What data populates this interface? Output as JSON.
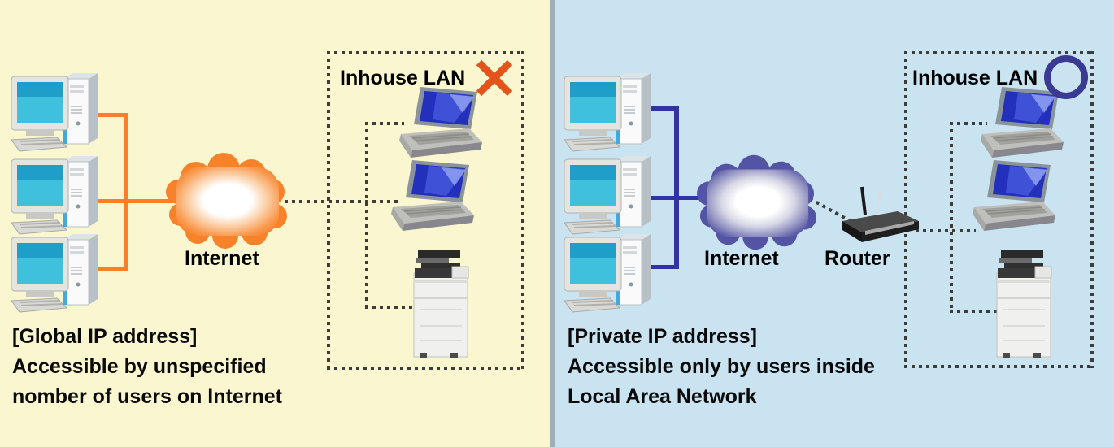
{
  "diagram": {
    "title_context": "Global IP address vs Private IP address network diagram",
    "left_panel": {
      "background": "#F9F6D0",
      "line_color": "#FC7E28",
      "internet_label": "Internet",
      "lan_box_label": "Inhouse LAN",
      "lan_mark": "cross",
      "mark_color": "#E4531A",
      "caption_lines": [
        "[Global IP address]",
        "Accessible by unspecified",
        "nomber of users on Internet"
      ],
      "icons": [
        "desktop-pc",
        "desktop-pc",
        "desktop-pc",
        "internet-cloud",
        "laptop",
        "laptop",
        "copier",
        "cross-mark"
      ]
    },
    "right_panel": {
      "background": "#C9E3F1",
      "line_color": "#3232A2",
      "internet_label": "Internet",
      "router_label": "Router",
      "lan_box_label": "Inhouse LAN",
      "lan_mark": "circle",
      "mark_color": "#3A3A92",
      "caption_lines": [
        "[Private IP address]",
        "Accessible only by users inside",
        "Local Area Network"
      ],
      "icons": [
        "desktop-pc",
        "desktop-pc",
        "desktop-pc",
        "internet-cloud",
        "router",
        "laptop",
        "laptop",
        "copier",
        "circle-mark"
      ]
    },
    "colors": {
      "dotted_line": "#3C3C3C",
      "divider": "#9FAEB8",
      "cloud_left_outer": "#F8822A",
      "cloud_right_outer": "#5454A4"
    }
  }
}
